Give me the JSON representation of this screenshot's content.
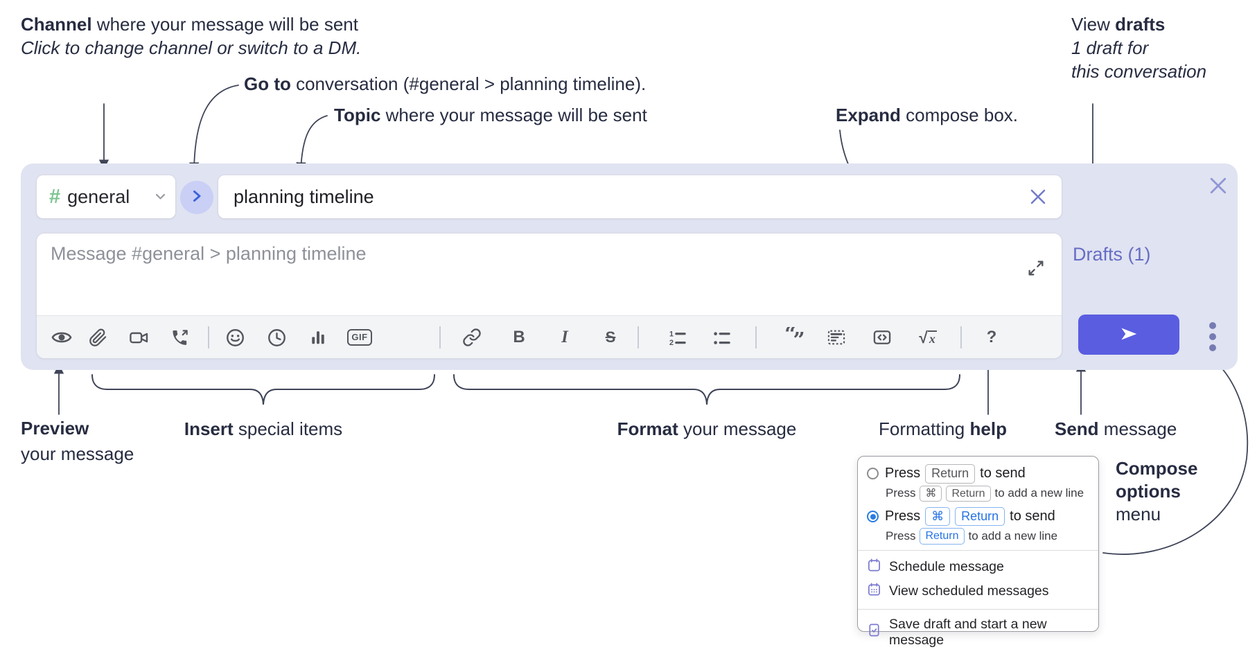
{
  "theme": {
    "accent": "#5a5de0",
    "drafts": "#666dc5",
    "hash-green": "#7cc492",
    "goto-blue": "#3e63da",
    "icon": "#54575e",
    "ann": "#272c41",
    "lavender": "#e0e3f1",
    "key-blue": "#2673e6",
    "radio-blue": "#2a7de1",
    "menu-purple": "#7b7ad0",
    "line": "#3f4458"
  },
  "annotations": {
    "channel": {
      "bold": "Channel",
      "rest": " where your message will be sent",
      "line2": "Click to change channel or switch to a DM."
    },
    "goto": {
      "bold": "Go to",
      "rest": " conversation (#general > planning timeline)."
    },
    "topic": {
      "bold": "Topic",
      "rest": " where your message will be sent"
    },
    "view_drafts": {
      "rest": "View ",
      "bold": "drafts",
      "line2": "1 draft for",
      "line3": "this conversation"
    },
    "expand": {
      "bold": "Expand",
      "rest": " compose box."
    },
    "preview": {
      "bold": "Preview",
      "line2": "your message"
    },
    "insert": {
      "bold": "Insert",
      "rest": " special items"
    },
    "format": {
      "bold": "Format",
      "rest": " your message"
    },
    "formatting_help": {
      "rest": "Formatting ",
      "bold": "help"
    },
    "send": {
      "bold": "Send",
      "rest": " message"
    },
    "compose_options": {
      "bold1": "Compose",
      "bold2": "options",
      "line3": "menu"
    }
  },
  "composer": {
    "channel_selector": {
      "hash": "#",
      "name": "general"
    },
    "topic_input": {
      "value": "planning timeline"
    },
    "message_input": {
      "placeholder": "Message #general > planning timeline"
    },
    "drafts_link": {
      "label": "Drafts (1)"
    }
  },
  "toolbar": {
    "icons": [
      {
        "name": "preview-eye"
      },
      {
        "name": "attach-paperclip"
      },
      {
        "name": "video-camera"
      },
      {
        "name": "phone-call"
      },
      {
        "name": "divider"
      },
      {
        "name": "emoji-smiley"
      },
      {
        "name": "clock"
      },
      {
        "name": "bar-chart-poll"
      },
      {
        "name": "gif",
        "glyph": "GIF"
      },
      {
        "name": "divider"
      },
      {
        "name": "link"
      },
      {
        "name": "bold",
        "glyph": "B"
      },
      {
        "name": "italic",
        "glyph": "I"
      },
      {
        "name": "strikethrough",
        "glyph": "S"
      },
      {
        "name": "divider"
      },
      {
        "name": "ordered-list"
      },
      {
        "name": "bullet-list"
      },
      {
        "name": "divider"
      },
      {
        "name": "blockquote"
      },
      {
        "name": "code-block"
      },
      {
        "name": "inline-code"
      },
      {
        "name": "formula",
        "glyph": "√x"
      },
      {
        "name": "divider"
      },
      {
        "name": "help",
        "glyph": "?"
      }
    ]
  },
  "popup": {
    "options": [
      {
        "selected": false,
        "main": {
          "pre": "Press",
          "keys": [
            "Return"
          ],
          "post": "to send"
        },
        "sub": {
          "pre": "Press",
          "keys": [
            "⌘",
            "Return"
          ],
          "post": "to add a new line"
        }
      },
      {
        "selected": true,
        "main": {
          "pre": "Press",
          "keys": [
            "⌘",
            "Return"
          ],
          "post": "to send"
        },
        "sub": {
          "pre": "Press",
          "keys": [
            "Return"
          ],
          "post": "to add a new line"
        }
      }
    ],
    "menu_items": [
      {
        "icon": "calendar",
        "label": "Schedule message"
      },
      {
        "icon": "calendar-dots",
        "label": "View scheduled messages"
      },
      {
        "icon": "file-check",
        "label": "Save draft and start a new message"
      }
    ]
  }
}
